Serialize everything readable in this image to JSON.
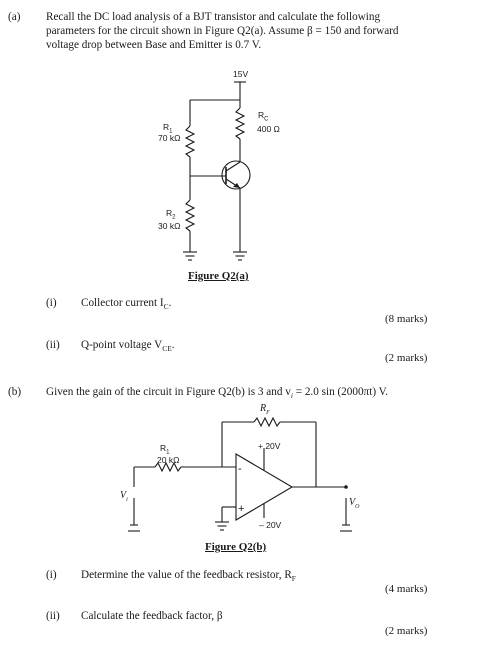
{
  "part_a": {
    "label": "(a)",
    "question_text_l1": "Recall the DC load analysis of a BJT transistor and calculate the following",
    "question_text_l2": "parameters for the circuit shown in Figure Q2(a). Assume β = 150 and forward",
    "question_text_l3": "voltage drop between Base and Emitter is 0.7 V.",
    "figure": {
      "supply": "15V",
      "r1_name": "R",
      "r1_sub": "1",
      "r1_value": "70 kΩ",
      "r2_name": "R",
      "r2_sub": "2",
      "r2_value": "30 kΩ",
      "rc_name": "R",
      "rc_sub": "C",
      "rc_value": "400 Ω",
      "caption": "Figure Q2(a)"
    },
    "sub_i": {
      "label": "(i)",
      "text": "Collector current I",
      "sub": "C",
      "suffix": ".",
      "marks": "(8 marks)"
    },
    "sub_ii": {
      "label": "(ii)",
      "text": "Q-point voltage V",
      "sub": "CE",
      "suffix": ".",
      "marks": "(2 marks)"
    }
  },
  "part_b": {
    "label": "(b)",
    "question_text": "Given the gain of the circuit in Figure Q2(b) is 3 and v",
    "question_sub": "i",
    "question_suffix": " = 2.0 sin (2000πt) V.",
    "figure": {
      "rf_name": "R",
      "rf_sub": "F",
      "r1_name": "R",
      "r1_sub": "1",
      "r1_value": "20 kΩ",
      "vplus": "+ 20V",
      "vminus": "– 20V",
      "minus_sign": "-",
      "plus_sign": "+",
      "vi_name": "V",
      "vi_sub": "i",
      "vo_name": "V",
      "vo_sub": "O",
      "caption": "Figure Q2(b)"
    },
    "sub_i": {
      "label": "(i)",
      "text": "Determine the value of the feedback resistor, R",
      "sub": "F",
      "marks": "(4 marks)"
    },
    "sub_ii": {
      "label": "(ii)",
      "text": "Calculate the feedback factor, β",
      "marks": "(2 marks)"
    }
  }
}
